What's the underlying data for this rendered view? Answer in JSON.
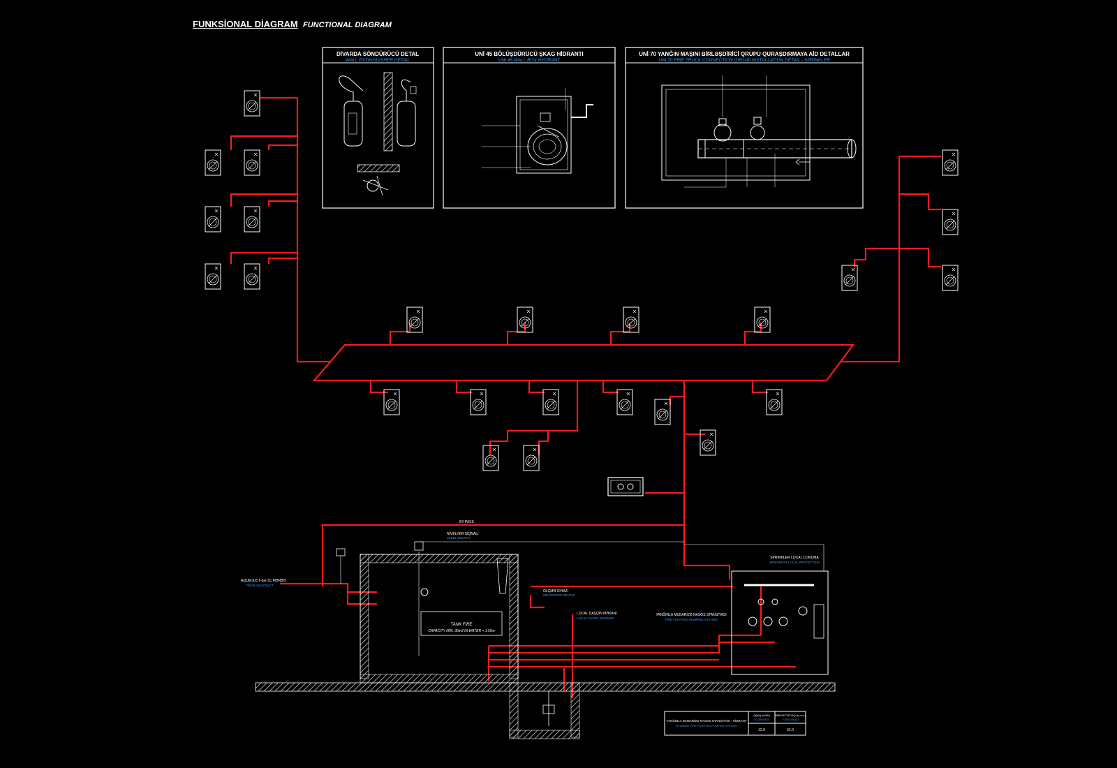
{
  "title": {
    "main": "FUNKSİONAL DİAGRAM",
    "sub": "FUNCTIONAL DIAGRAM"
  },
  "details": [
    {
      "title": "DİVARDA SÖNDÜRÜCÜ DETAL",
      "subtitle": "WALL EXTINGUISHER DETAIL"
    },
    {
      "title": "UNİ 45 BÖLÜŞDÜRÜCÜ ŞKAG HİDRANTI",
      "subtitle": "UNI 45 WALL BOX HYDRANT"
    },
    {
      "title": "UNİ 70 YANĞIN MAŞINI BİRLƏŞDİRİCİ QRUPU QURAŞDIRMAYA AİD DETALLAR",
      "subtitle": "UNI 70 FIRE TRUCK CONNECTION GROUP INSTALLATION DETAIL - SPRINKLER"
    }
  ],
  "pipe_labels": {
    "bypass": "BY-PASS",
    "tank_fire": "TANK FIRE",
    "tank_capacity": "CAPACITY MİN. 30m3 IN WATER + 1.50m",
    "sprinkler_local": "SPRINKLER LOCAL CORUMA",
    "sprinkler_local_en": "SPRINKLER LOCAL PROTECTION",
    "pumping_station": "YANĞINLA MUBARİZƏ NASOS STANSİYASI",
    "pumping_station_en": "FIRE FIGHTING PUMPING STATION",
    "local_alarm": "LOCAL DAŞQIN MƏKANI",
    "local_alarm_en": "LOCAL FLOOD WARNING",
    "from_aqueduct": "AQUEDUCT-dan İÇ MƏNBƏ",
    "from_aqueduct_en": "FROM AQUEDUCT",
    "level_switch": "NİVELYER SİQNALI",
    "level_switch_en": "LEVEL SWITCH",
    "flow_meter": "ÖLÇMƏ CİHAZI",
    "flow_meter_en": "MEASURING DEVICE"
  },
  "table": {
    "row_label": "YANĞINLA MUBARİZƏ NASOS STANSİYASI - HİDRANT",
    "row_label_en": "HYDRANT FIRE FIGHTING PUMPING STATION",
    "col1_header": "Q(lt/s) (m3/h)",
    "col1_header_en": "FLOW RATE",
    "col2_header": "ÜMUMİ TƏZYİQ (m.s.s.)",
    "col2_header_en": "TOTAL HEAD",
    "col1_value": "12.0",
    "col2_value": "52.0"
  },
  "colors": {
    "pipe": "#ff1a1a",
    "line": "#ffffff",
    "label": "#3aa0ff",
    "bg": "#000000"
  }
}
